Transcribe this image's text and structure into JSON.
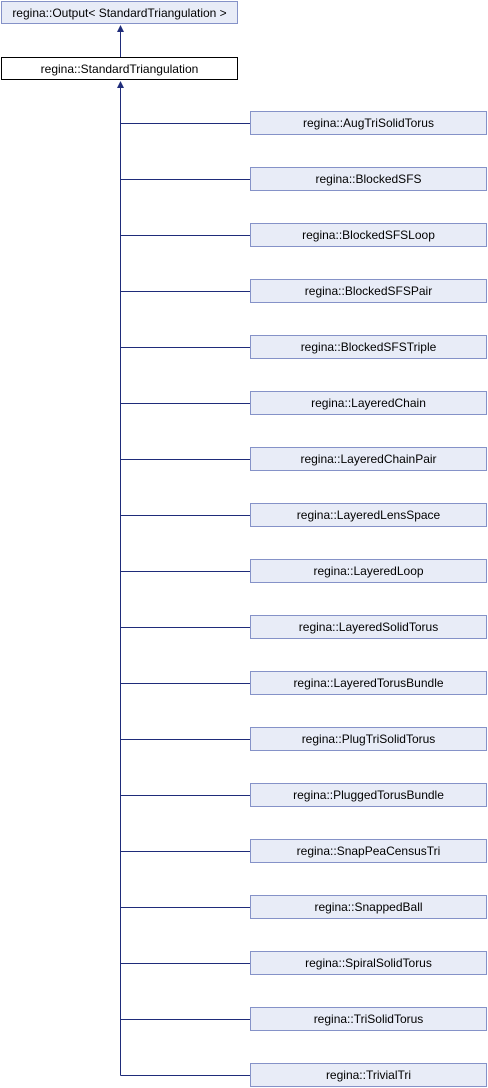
{
  "colors": {
    "edge": "#1f2c7a",
    "node_fill": "#e8ecf7",
    "node_border": "#8592c8",
    "current_border": "#000000"
  },
  "base_class": {
    "label": "regina::Output< StandardTriangulation >"
  },
  "current_class": {
    "label": "regina::StandardTriangulation"
  },
  "derived_classes": [
    {
      "label": "regina::AugTriSolidTorus"
    },
    {
      "label": "regina::BlockedSFS"
    },
    {
      "label": "regina::BlockedSFSLoop"
    },
    {
      "label": "regina::BlockedSFSPair"
    },
    {
      "label": "regina::BlockedSFSTriple"
    },
    {
      "label": "regina::LayeredChain"
    },
    {
      "label": "regina::LayeredChainPair"
    },
    {
      "label": "regina::LayeredLensSpace"
    },
    {
      "label": "regina::LayeredLoop"
    },
    {
      "label": "regina::LayeredSolidTorus"
    },
    {
      "label": "regina::LayeredTorusBundle"
    },
    {
      "label": "regina::PlugTriSolidTorus"
    },
    {
      "label": "regina::PluggedTorusBundle"
    },
    {
      "label": "regina::SnapPeaCensusTri"
    },
    {
      "label": "regina::SnappedBall"
    },
    {
      "label": "regina::SpiralSolidTorus"
    },
    {
      "label": "regina::TriSolidTorus"
    },
    {
      "label": "regina::TrivialTri"
    }
  ]
}
